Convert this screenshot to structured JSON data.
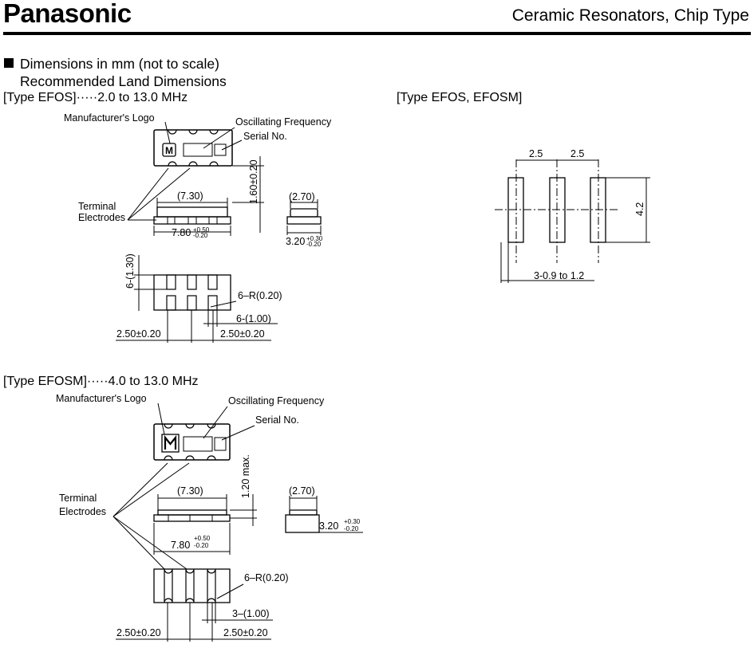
{
  "header": {
    "brand": "Panasonic",
    "title": "Ceramic Resonators, Chip Type"
  },
  "section": {
    "heading": "Dimensions in mm (not to scale)",
    "subheading": "Recommended Land Dimensions"
  },
  "efos": {
    "type_label": "[Type EFOS]",
    "freq_range": "·····2.0 to 13.0 MHz",
    "logo_mark": "M",
    "labels": {
      "manufacturers_logo": "Manufacturer's Logo",
      "oscillating_frequency": "Oscillating Frequency",
      "serial_no": "Serial No.",
      "terminal": "Terminal",
      "electrodes": "Electrodes"
    },
    "dims": {
      "body_length_ref": "(7.30)",
      "length": "7.80",
      "length_tol_plus": "+0.50",
      "length_tol_minus": "-0.20",
      "height": "1.60±0.20",
      "side_ref": "(2.70)",
      "width": "3.20",
      "width_tol_plus": "+0.30",
      "width_tol_minus": "-0.20",
      "electrode_pitch_ref": "6-(1.30)",
      "corner_radius": "6–R(0.20)",
      "electrode_width": "6-(1.00)",
      "pitch_left": "2.50±0.20",
      "pitch_right": "2.50±0.20"
    }
  },
  "land": {
    "type_label": "[Type EFOS, EFOSM]",
    "pitch_1": "2.5",
    "pitch_2": "2.5",
    "height": "4.2",
    "pad_width": "3-0.9 to 1.2"
  },
  "efosm": {
    "type_label": "[Type EFOSM]",
    "freq_range": "·····4.0 to 13.0 MHz",
    "labels": {
      "manufacturers_logo": "Manufacturer's Logo",
      "oscillating_frequency": "Oscillating Frequency",
      "serial_no": "Serial No.",
      "terminal": "Terminal",
      "electrodes": "Electrodes"
    },
    "dims": {
      "body_length_ref": "(7.30)",
      "height": "1.20 max.",
      "side_ref": "(2.70)",
      "width": "3.20",
      "width_tol_plus": "+0.30",
      "width_tol_minus": "-0.20",
      "length": "7.80",
      "length_tol_plus": "+0.50",
      "length_tol_minus": "-0.20",
      "corner_radius": "6–R(0.20)",
      "electrode_width": "3–(1.00)",
      "pitch_left": "2.50±0.20",
      "pitch_right": "2.50±0.20"
    }
  }
}
